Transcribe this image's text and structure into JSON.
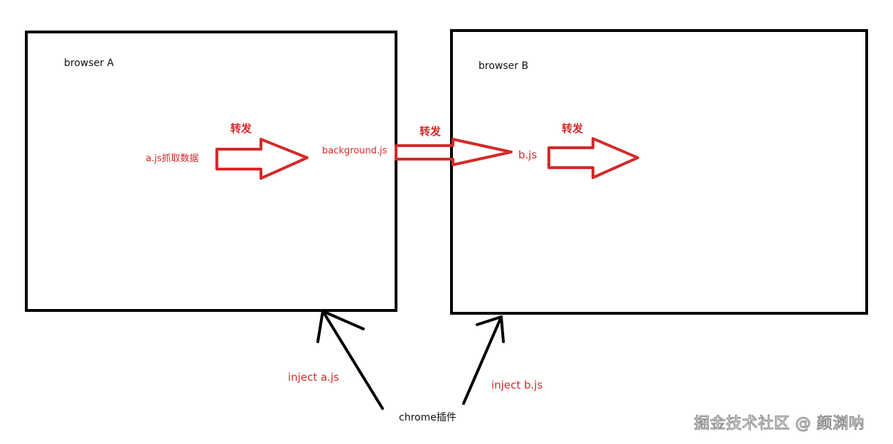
{
  "diagram": {
    "browser_a_label": "browser A",
    "browser_b_label": "browser B",
    "a_js_label": "a.js抓取数据",
    "forward_label_1": "转发",
    "forward_label_2": "转发",
    "forward_label_3": "转发",
    "background_label": "background.js",
    "b_js_label": "b.js",
    "inject_a_label": "inject a.js",
    "inject_b_label": "inject b.js",
    "chrome_label": "chrome插件"
  },
  "watermark": {
    "text": "掘金技术社区 @ 颜渊呐"
  },
  "colors": {
    "box_border": "#000000",
    "arrow_red": "#d32a2a",
    "black_arrow": "#000000"
  }
}
